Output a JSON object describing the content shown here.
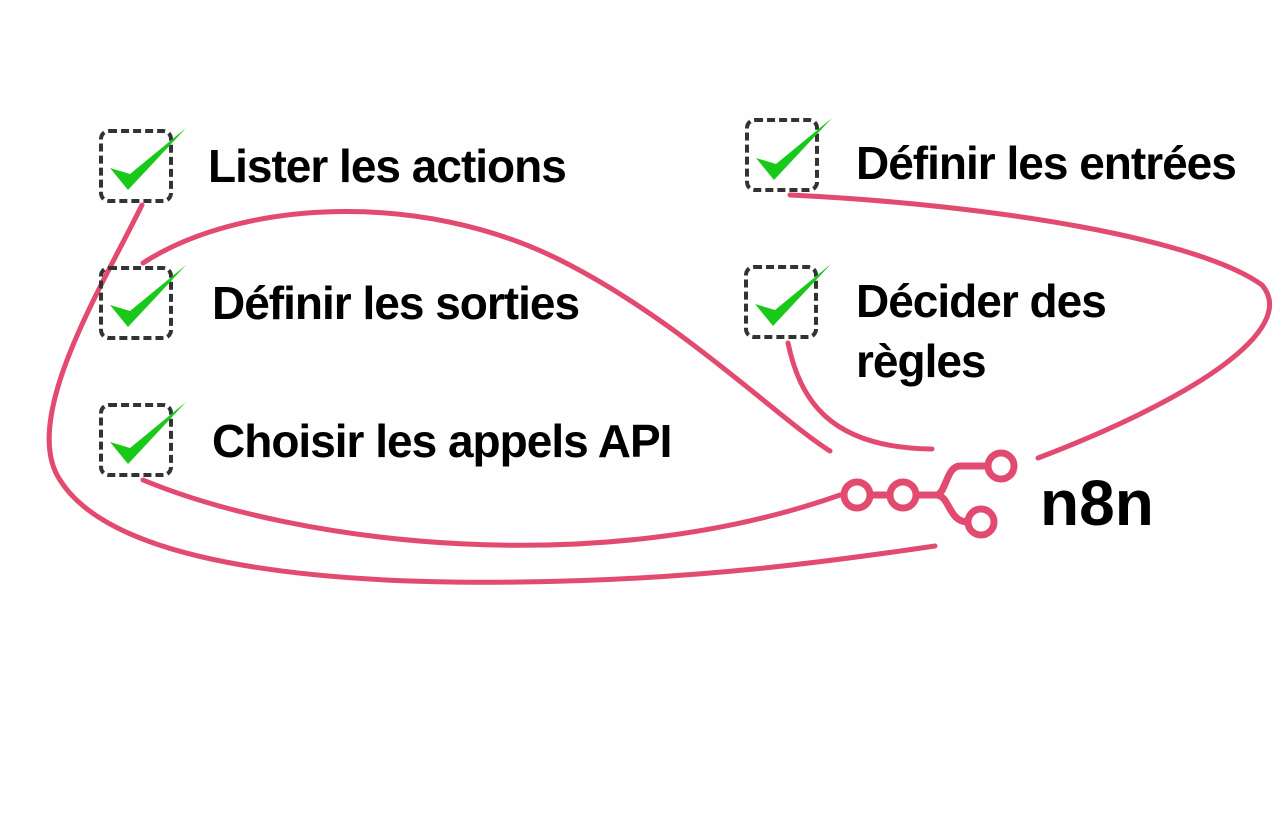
{
  "diagram": {
    "items": [
      {
        "label": "Lister les actions",
        "checked": true
      },
      {
        "label": "Définir les sorties",
        "checked": true
      },
      {
        "label": "Choisir les appels API",
        "checked": true
      },
      {
        "label": "Définir les entrées",
        "checked": true
      },
      {
        "label": "Décider des règles",
        "line1": "Décider des",
        "line2": "règles",
        "checked": true
      }
    ],
    "hub": {
      "label": "n8n",
      "icon": "n8n-logo-icon"
    },
    "colors": {
      "link": "#e24a70",
      "check": "#19c919",
      "box_border": "#333333",
      "text": "#000000",
      "background": "#fefefe"
    }
  }
}
